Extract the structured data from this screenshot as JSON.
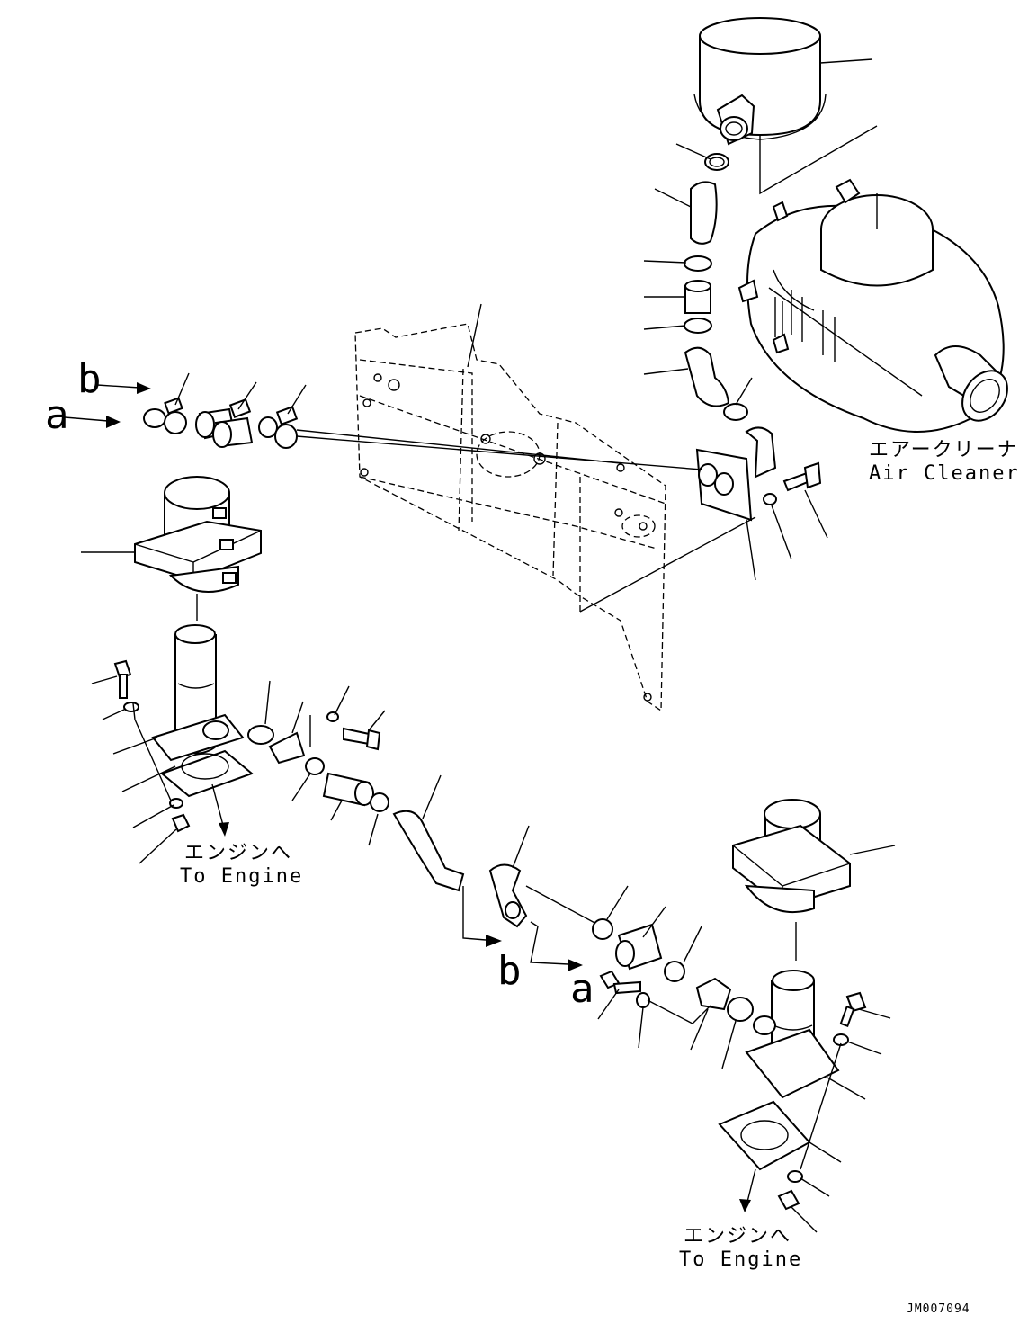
{
  "labels": {
    "ref_b_left": "b",
    "ref_a_left": "a",
    "ref_b_bottom": "b",
    "ref_a_bottom": "a",
    "air_cleaner_jp": "エアークリーナ",
    "air_cleaner_en": "Air Cleaner",
    "to_engine_left_jp": "エンジンへ",
    "to_engine_left_en": "To Engine",
    "to_engine_right_jp": "エンジンへ",
    "to_engine_right_en": "To Engine",
    "drawing_code": "JM007094"
  }
}
